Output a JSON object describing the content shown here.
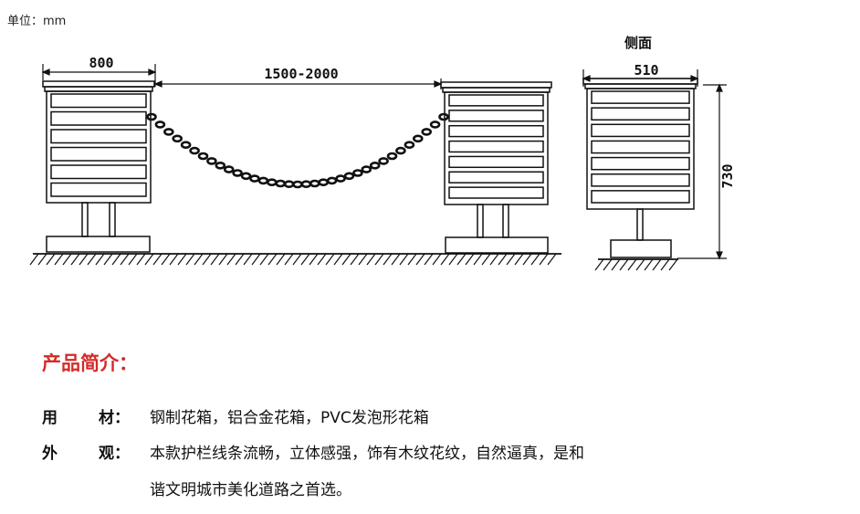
{
  "unit_label": "单位：mm",
  "dimensions": {
    "front_width": "800",
    "gap": "1500-2000",
    "side_title": "侧面",
    "side_width": "510",
    "side_height": "730"
  },
  "intro": {
    "title": "产品简介：",
    "material_key_1": "用",
    "material_key_2": "材：",
    "material_value": "钢制花箱，铝合金花箱，PVC发泡形花箱",
    "appearance_key_1": "外",
    "appearance_key_2": "观：",
    "appearance_value_line1": "本款护栏线条流畅，立体感强，饰有木纹花纹，自然逼真，是和",
    "appearance_value_line2": "谐文明城市美化道路之首选。"
  },
  "colors": {
    "line": "#111111",
    "title_red": "#d42a2a"
  }
}
